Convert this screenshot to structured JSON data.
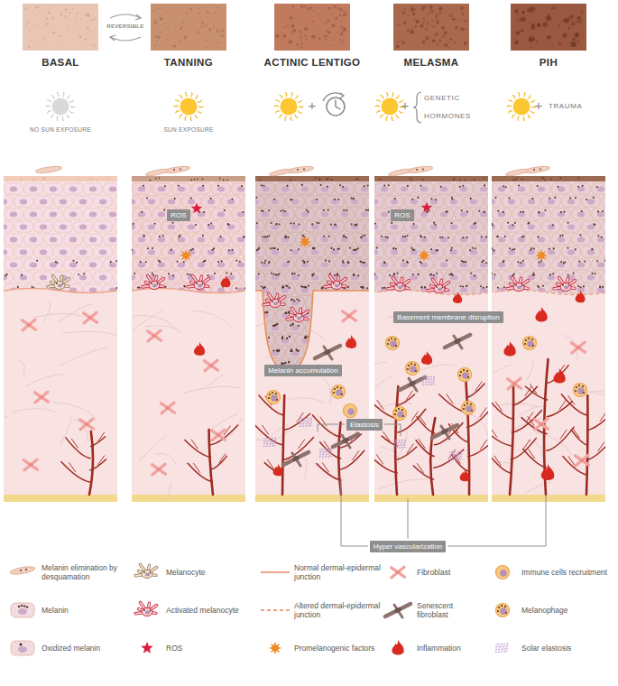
{
  "diagram": {
    "nodes": [
      {
        "text": [
          "ROS"
        ]
      },
      {
        "text": [
          "ROS"
        ]
      },
      {
        "text": [
          "Basement membrane disruption"
        ]
      },
      {
        "text": [
          "Melanin accumulation"
        ]
      },
      {
        "text": [
          "Elastosis"
        ]
      },
      {
        "text": [
          "Hyper vascularization"
        ]
      }
    ],
    "labels": [
      "REVERSIBLE",
      "BASAL",
      "TANNING",
      "ACTINIC LENTIGO",
      "MELASMA",
      "PIH",
      "NO SUN EXPOSURE",
      "SUN EXPOSURE",
      "+",
      "+",
      "GENETIC",
      "HORMONES",
      "+",
      "TRAUMA"
    ],
    "legend": [
      {
        "text": "Melanin elimination by desquamation"
      },
      {
        "text": "Melanin"
      },
      {
        "text": "Oxidized melanin"
      },
      {
        "text": "Melanocyte"
      },
      {
        "text": "Activated melanocyte"
      },
      {
        "text": "ROS"
      },
      {
        "text": "Normal dermal-epidermal junction"
      },
      {
        "text": "Altered dermal-epidermal junction"
      },
      {
        "text": "Promelanogenic factors"
      },
      {
        "text": "Fibroblast"
      },
      {
        "text": "Senescent fibroblast"
      },
      {
        "text": "Inflammation"
      },
      {
        "text": "Immune cells recruitment"
      },
      {
        "text": "Melanophage"
      },
      {
        "text": "Solar elastosis"
      }
    ]
  }
}
